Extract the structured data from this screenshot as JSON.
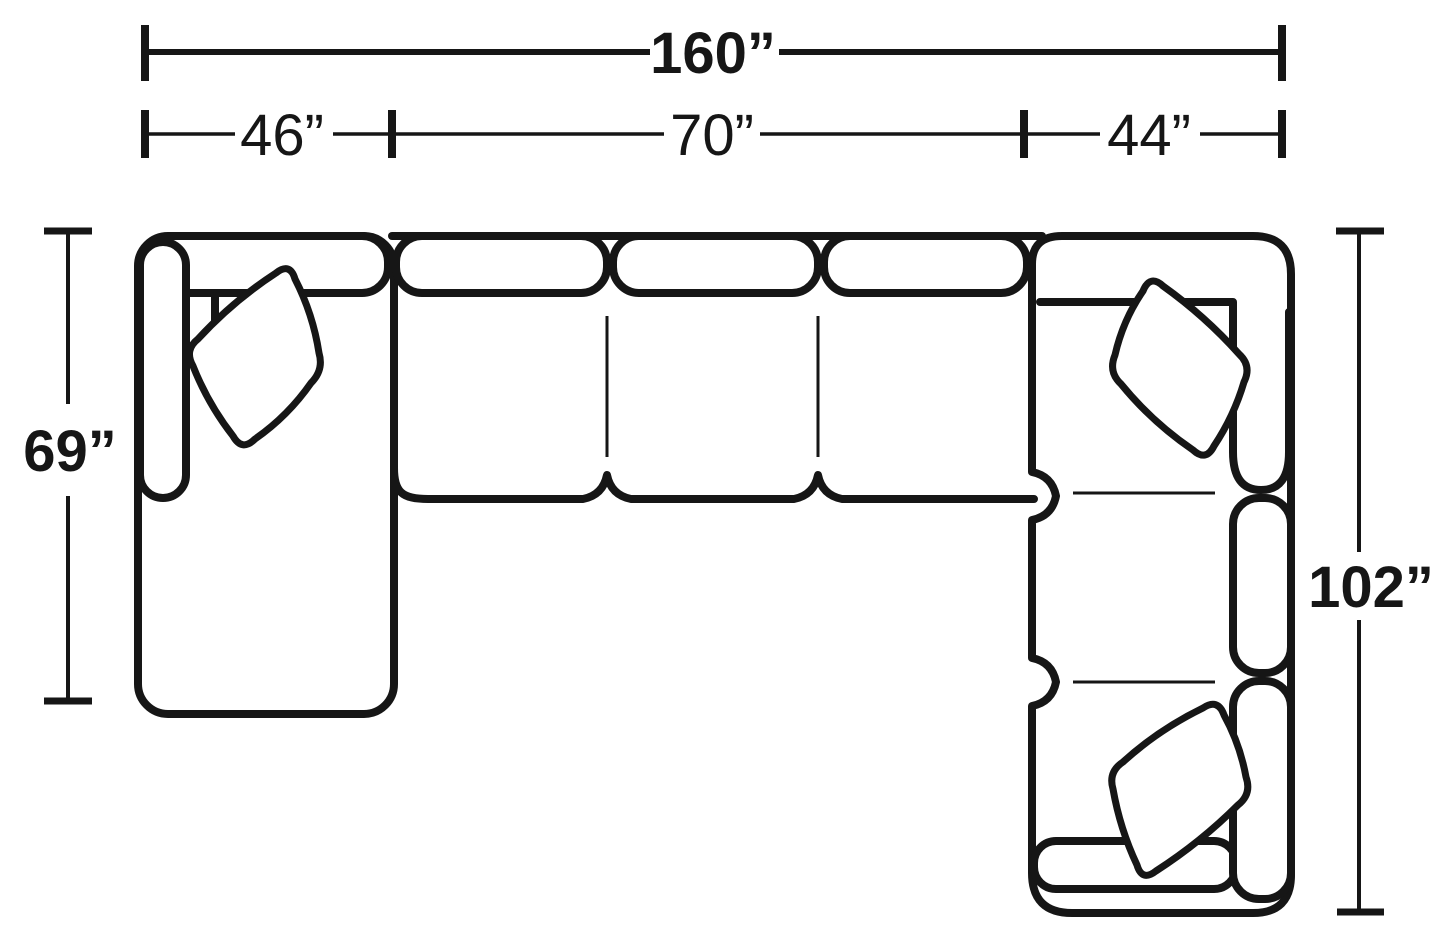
{
  "diagram": {
    "type": "sectional-sofa-top-view-dimension-diagram",
    "colors": {
      "line": "#161616",
      "background": "#ffffff"
    },
    "dims": {
      "total": "160”",
      "seg_left": "46”",
      "seg_mid": "70”",
      "seg_right": "44”",
      "depth_left": "69”",
      "depth_right": "102”"
    },
    "values": {
      "total_width_in": 160,
      "segment_widths_in": [
        46,
        70,
        44
      ],
      "left_depth_in": 69,
      "right_depth_in": 102
    }
  }
}
